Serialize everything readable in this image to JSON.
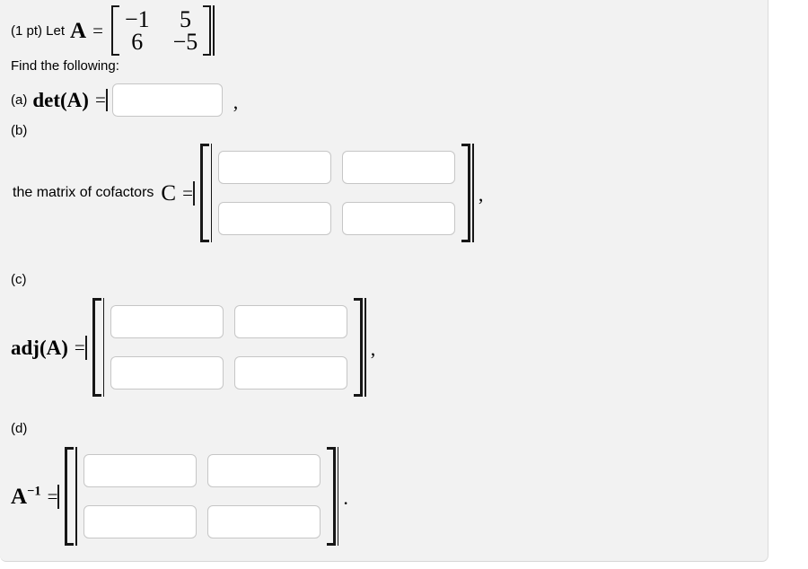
{
  "intro": {
    "prefix": "(1 pt) Let",
    "var": "A",
    "equals": "="
  },
  "matrix_a": {
    "rows": [
      [
        "−1",
        "5"
      ],
      [
        "6",
        "−5"
      ]
    ]
  },
  "find_text": "Find the following:",
  "part_a": {
    "label": "(a)",
    "expr": "det(A)",
    "equals": "=",
    "input_value": "",
    "punct": ","
  },
  "part_b": {
    "label": "(b)",
    "text": "the matrix of cofactors",
    "var": "C",
    "equals": "=",
    "inputs": [
      "",
      "",
      "",
      ""
    ],
    "punct": ","
  },
  "part_c": {
    "label": "(c)",
    "expr": "adj(A)",
    "equals": "=",
    "inputs": [
      "",
      "",
      "",
      ""
    ],
    "punct": ","
  },
  "part_d": {
    "label": "(d)",
    "var": "A",
    "sup": "−1",
    "equals": "=",
    "inputs": [
      "",
      "",
      "",
      ""
    ],
    "punct": "."
  },
  "colors": {
    "panel_bg": "#f2f2f2",
    "panel_border": "#d6d6d6",
    "input_border": "#c6c6c6",
    "bracket": "#171717"
  }
}
